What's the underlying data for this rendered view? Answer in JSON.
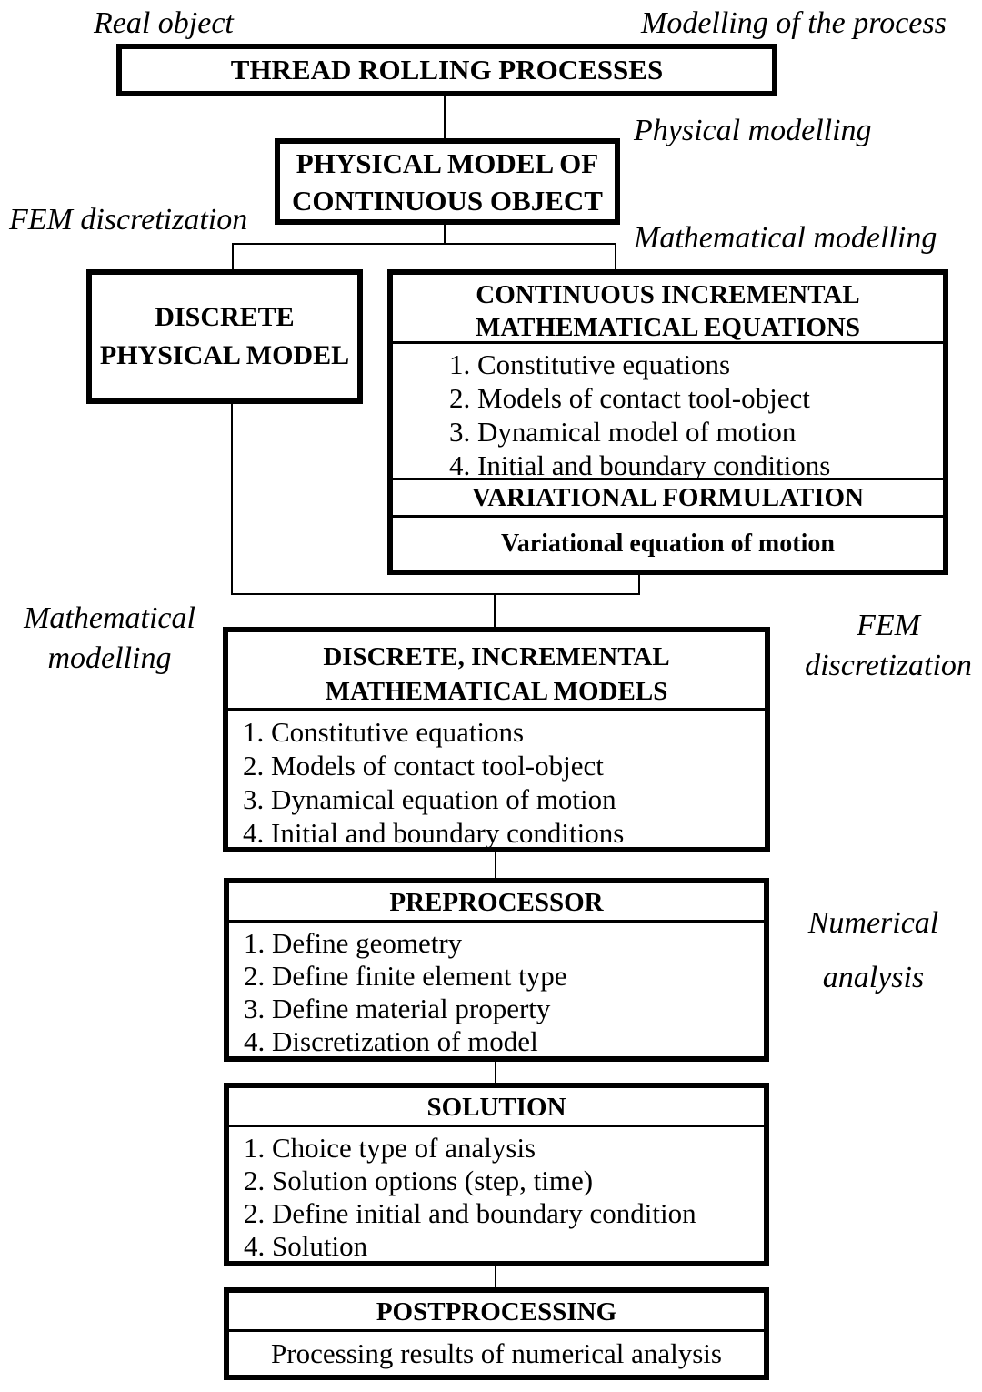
{
  "side_labels": {
    "real_object": "Real object",
    "modelling_of_the_process": "Modelling of the process",
    "physical_modelling": "Physical modelling",
    "fem_discretization_top": "FEM discretization",
    "mathematical_modelling_top": "Mathematical modelling",
    "mathematical_modelling_mid": "Mathematical\nmodelling",
    "fem_discretization_mid": "FEM\ndiscretization",
    "numerical_analysis": "Numerical\nanalysis"
  },
  "boxes": {
    "thread_rolling": {
      "title": "THREAD ROLLING PROCESSES"
    },
    "physical_model": {
      "title": "PHYSICAL MODEL OF\nCONTINUOUS OBJECT"
    },
    "discrete_physical": {
      "title": "DISCRETE\nPHYSICAL MODEL"
    },
    "continuous_incremental": {
      "title": "CONTINUOUS INCREMENTAL\nMATHEMATICAL EQUATIONS",
      "items": [
        "1. Constitutive equations",
        "2. Models of contact tool-object",
        "3. Dynamical model of motion",
        "4. Initial and boundary conditions"
      ],
      "subtitle": "VARIATIONAL FORMULATION",
      "footer": "Variational equation of motion"
    },
    "discrete_incremental": {
      "title": "DISCRETE, INCREMENTAL\nMATHEMATICAL MODELS",
      "items": [
        "1. Constitutive equations",
        "2. Models of contact tool-object",
        "3. Dynamical equation of motion",
        "4. Initial and boundary conditions"
      ]
    },
    "preprocessor": {
      "title": "PREPROCESSOR",
      "items": [
        "1. Define geometry",
        "2. Define finite element type",
        "3. Define material property",
        "4. Discretization of model"
      ]
    },
    "solution": {
      "title": "SOLUTION",
      "items": [
        "1. Choice type of analysis",
        "2. Solution options (step, time)",
        "2. Define initial and boundary condition",
        "4. Solution"
      ]
    },
    "postprocessing": {
      "title": "POSTPROCESSING",
      "body": "Processing results of numerical analysis"
    }
  },
  "colors": {
    "ink": "#000000",
    "background": "#ffffff"
  }
}
